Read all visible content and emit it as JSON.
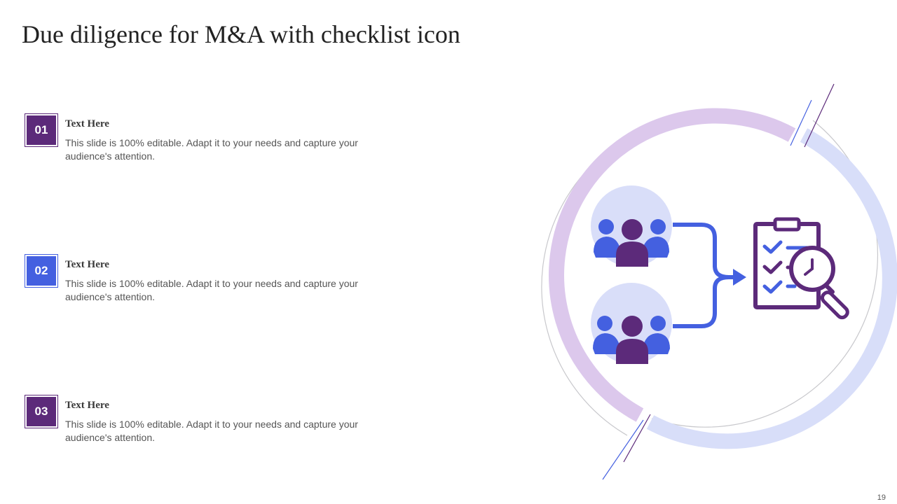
{
  "slide": {
    "title": "Due diligence for M&A with checklist icon",
    "page_number": "19"
  },
  "colors": {
    "purple": "#5c2a7a",
    "blue": "#4460e0",
    "light_purple": "#dcc8ec",
    "light_blue": "#d8def9",
    "circle_fill": "#d9def9"
  },
  "items": [
    {
      "number": "01",
      "heading": "Text Here",
      "body": "This slide is 100% editable. Adapt it to your needs and capture your audience's attention."
    },
    {
      "number": "02",
      "heading": "Text Here",
      "body": "This slide is 100% editable. Adapt it to your needs and capture your audience's attention."
    },
    {
      "number": "03",
      "heading": "Text Here",
      "body": "This slide is 100% editable. Adapt it to your needs and capture your audience's attention."
    }
  ],
  "graphic": {
    "icons": [
      "people-group-icon",
      "people-group-icon",
      "flow-arrow-icon",
      "clipboard-checklist-icon",
      "magnifying-glass-clock-icon"
    ]
  }
}
